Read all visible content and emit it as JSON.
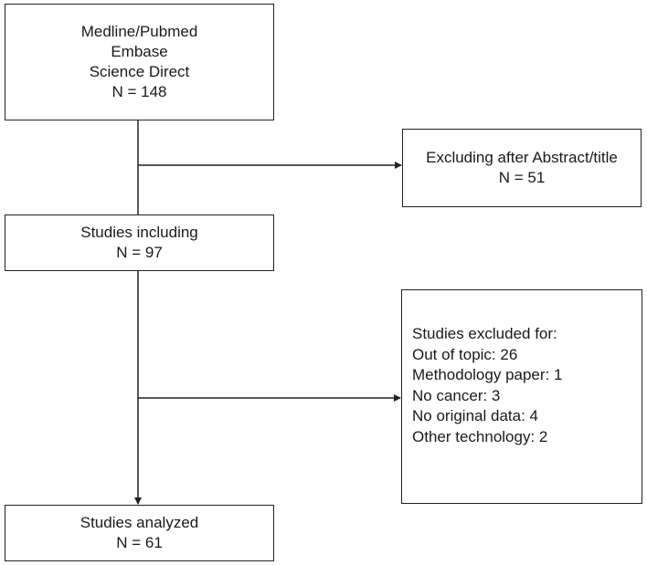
{
  "boxes": {
    "sources": {
      "lines": [
        "Medline/Pubmed",
        "Embase",
        "Science Direct",
        "N = 148"
      ]
    },
    "excluded_abstract": {
      "lines": [
        "Excluding after Abstract/title",
        "N = 51"
      ]
    },
    "included": {
      "lines": [
        "Studies including",
        "N = 97"
      ]
    },
    "excluded_reasons": {
      "lines": [
        "Studies excluded for:",
        "Out of topic: 26",
        "Methodology paper: 1",
        "No cancer: 3",
        "No original data: 4",
        "Other technology: 2"
      ]
    },
    "analyzed": {
      "lines": [
        "Studies analyzed",
        "N = 61"
      ]
    }
  }
}
